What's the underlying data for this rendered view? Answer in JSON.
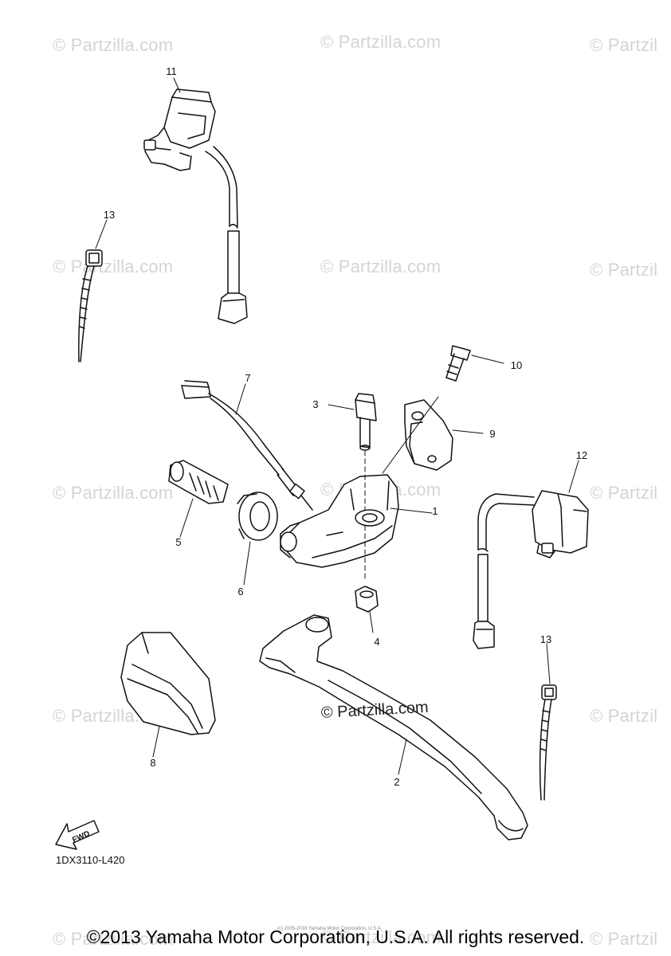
{
  "watermark": "© Partzilla.com",
  "watermark_edge": "© Partzil",
  "center_watermark": "© Partzilla.com",
  "diagram_code": "1DX3110-L420",
  "fwd_label": "FWD",
  "copyright": "©2013 Yamaha Motor Corporation, U.S.A. All rights reserved.",
  "tiny_credit": "(c) 2005-2016 Yamaha Motor Corporation, U.S.A.",
  "callouts": [
    "11",
    "13",
    "10",
    "7",
    "3",
    "9",
    "12",
    "5",
    "1",
    "6",
    "4",
    "13",
    "8",
    "2"
  ],
  "colors": {
    "line": "#111111",
    "watermark": "#d4d4d4"
  }
}
